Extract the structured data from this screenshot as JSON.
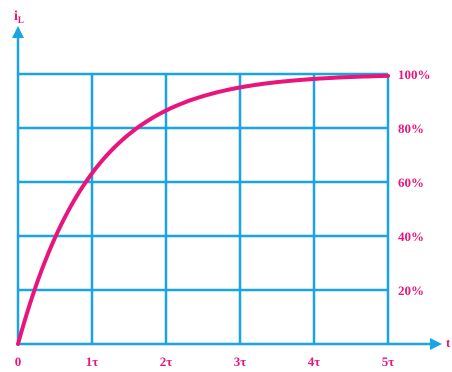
{
  "chart_data": {
    "type": "line",
    "title": "",
    "xlabel": "t",
    "ylabel": "iL",
    "ylabel_main": "i",
    "ylabel_sub": "L",
    "x_ticks": [
      "0",
      "1τ",
      "2τ",
      "3τ",
      "4τ",
      "5τ"
    ],
    "y_ticks": [
      "20%",
      "40%",
      "60%",
      "80%",
      "100%"
    ],
    "xlim": [
      0,
      5
    ],
    "ylim": [
      0,
      100
    ],
    "grid": true,
    "series": [
      {
        "x": [
          0,
          0.25,
          0.5,
          0.75,
          1,
          1.25,
          1.5,
          1.75,
          2,
          2.25,
          2.5,
          2.75,
          3,
          3.25,
          3.5,
          3.75,
          4,
          4.25,
          4.5,
          4.75,
          5
        ],
        "values": [
          0,
          22.1,
          39.3,
          52.8,
          63.2,
          71.3,
          77.7,
          82.6,
          86.5,
          89.5,
          91.8,
          93.6,
          95.0,
          96.1,
          97.0,
          97.6,
          98.2,
          98.6,
          98.9,
          99.1,
          99.3
        ]
      }
    ]
  },
  "colors": {
    "grid": "#1aa4e4",
    "curve": "#e8157d",
    "labels": "#e8157d",
    "axes": "#1aa4e4"
  },
  "icons": {
    "x_axis_arrow": "arrow-right-icon",
    "y_axis_arrow": "arrow-up-icon"
  }
}
